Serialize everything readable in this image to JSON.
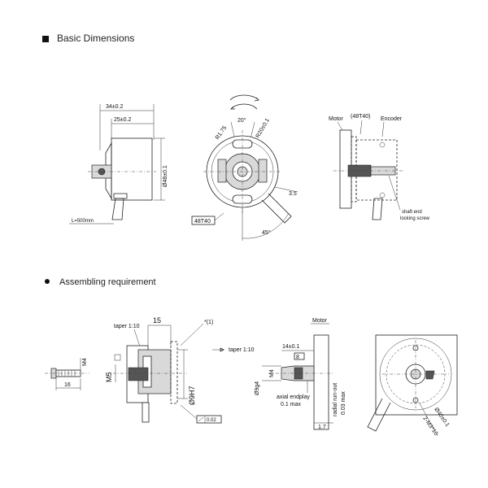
{
  "sections": {
    "basic_title": "Basic Dimensions",
    "assembling_title": "Assembling requirement"
  },
  "side_view": {
    "dim_overall": "34±0.2",
    "dim_body": "25±0.2",
    "dim_diameter": "Ø48±0.1",
    "cable_length": "L=500mm"
  },
  "front_view": {
    "angle_top": "20°",
    "radius_left": "R1.75",
    "radius_right": "R20±0.1",
    "dim_slot": "3.5",
    "angle_cable": "45°",
    "model_tag": "48T40"
  },
  "mount_view": {
    "motor_label": "Motor",
    "model_label": "(48T40)",
    "encoder_label": "Encoder",
    "screw_note_line1": "shaft end",
    "screw_note_line2": "locking screw"
  },
  "screw_detail": {
    "thread": "M4",
    "length": "16"
  },
  "taper_detail": {
    "taper_label": "taper 1:10",
    "dim_width": "15",
    "note": "*(1)",
    "thread": "M5",
    "diameter": "Ø9H7",
    "tolerance": "0.02"
  },
  "shaft_detail": {
    "motor_label": "Motor",
    "taper_label": "taper 1:10",
    "dim_length": "14±0.1",
    "dim_taper": "8",
    "thread": "M4",
    "diameter": "Ø9g4",
    "endplay_line1": "axial endplay",
    "endplay_line2": "0.1 max",
    "runout_line1": "radial run-out",
    "runout_line2": "0.03 max",
    "dim_bottom": "1.7"
  },
  "flange_detail": {
    "bolt_circle": "2-M3*10",
    "pcd": "Ø40±0.1"
  }
}
